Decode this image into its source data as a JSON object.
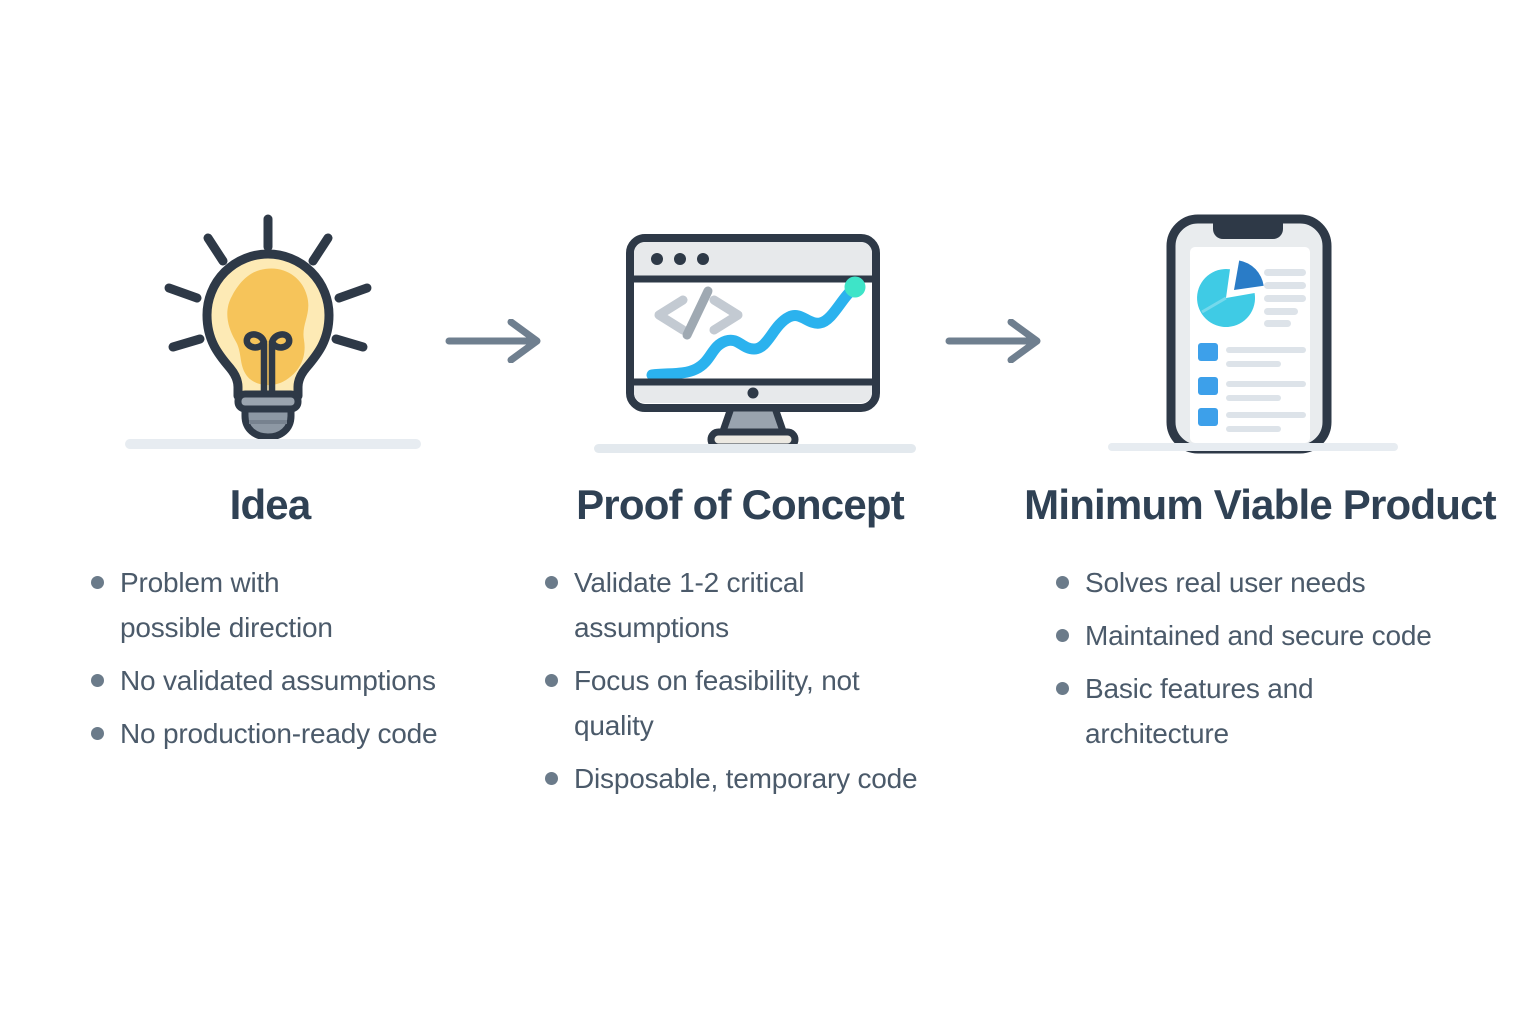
{
  "infographic": {
    "background": "#ffffff",
    "stages": [
      {
        "title": "Idea",
        "icon": "lightbulb",
        "bullets": [
          "Problem with\npossible direction",
          "No validated assumptions",
          "No production-ready code"
        ]
      },
      {
        "title": "Proof of Concept",
        "icon": "monitor-code-growth-chart",
        "bullets": [
          "Validate 1-2 critical\nassumptions",
          "Focus on feasibility, not\nquality",
          "Disposable, temporary code"
        ]
      },
      {
        "title": "Minimum Viable Product",
        "icon": "smartphone-dashboard-checklist",
        "bullets": [
          "Solves real user needs",
          "Maintained and secure code",
          "Basic features and\narchitecture"
        ]
      }
    ],
    "arrows": [
      "right",
      "right"
    ],
    "colors": {
      "title_text": "#2f4154",
      "body_text": "#4b5a6a",
      "bullet_dot": "#6b7b8a",
      "outline_navy": "#2e3947",
      "arrow_gray": "#6f7f8f",
      "bulb_yellow_light": "#fdeab5",
      "bulb_yellow_deep": "#f6c45a",
      "metal_gray": "#8d98a4",
      "panel_gray": "#e7e9eb",
      "growth_line_blue": "#2bb2ee",
      "growth_tip_teal": "#3ee4c8",
      "code_glyph_gray": "#c3cad2",
      "pie_cyan": "#3fcbe5",
      "pie_slice_blue": "#2a7cc7",
      "checklist_blue": "#3da0ea",
      "placeholder_line_gray": "#dde3e9",
      "shadow_gray": "#e7ecf1"
    }
  }
}
